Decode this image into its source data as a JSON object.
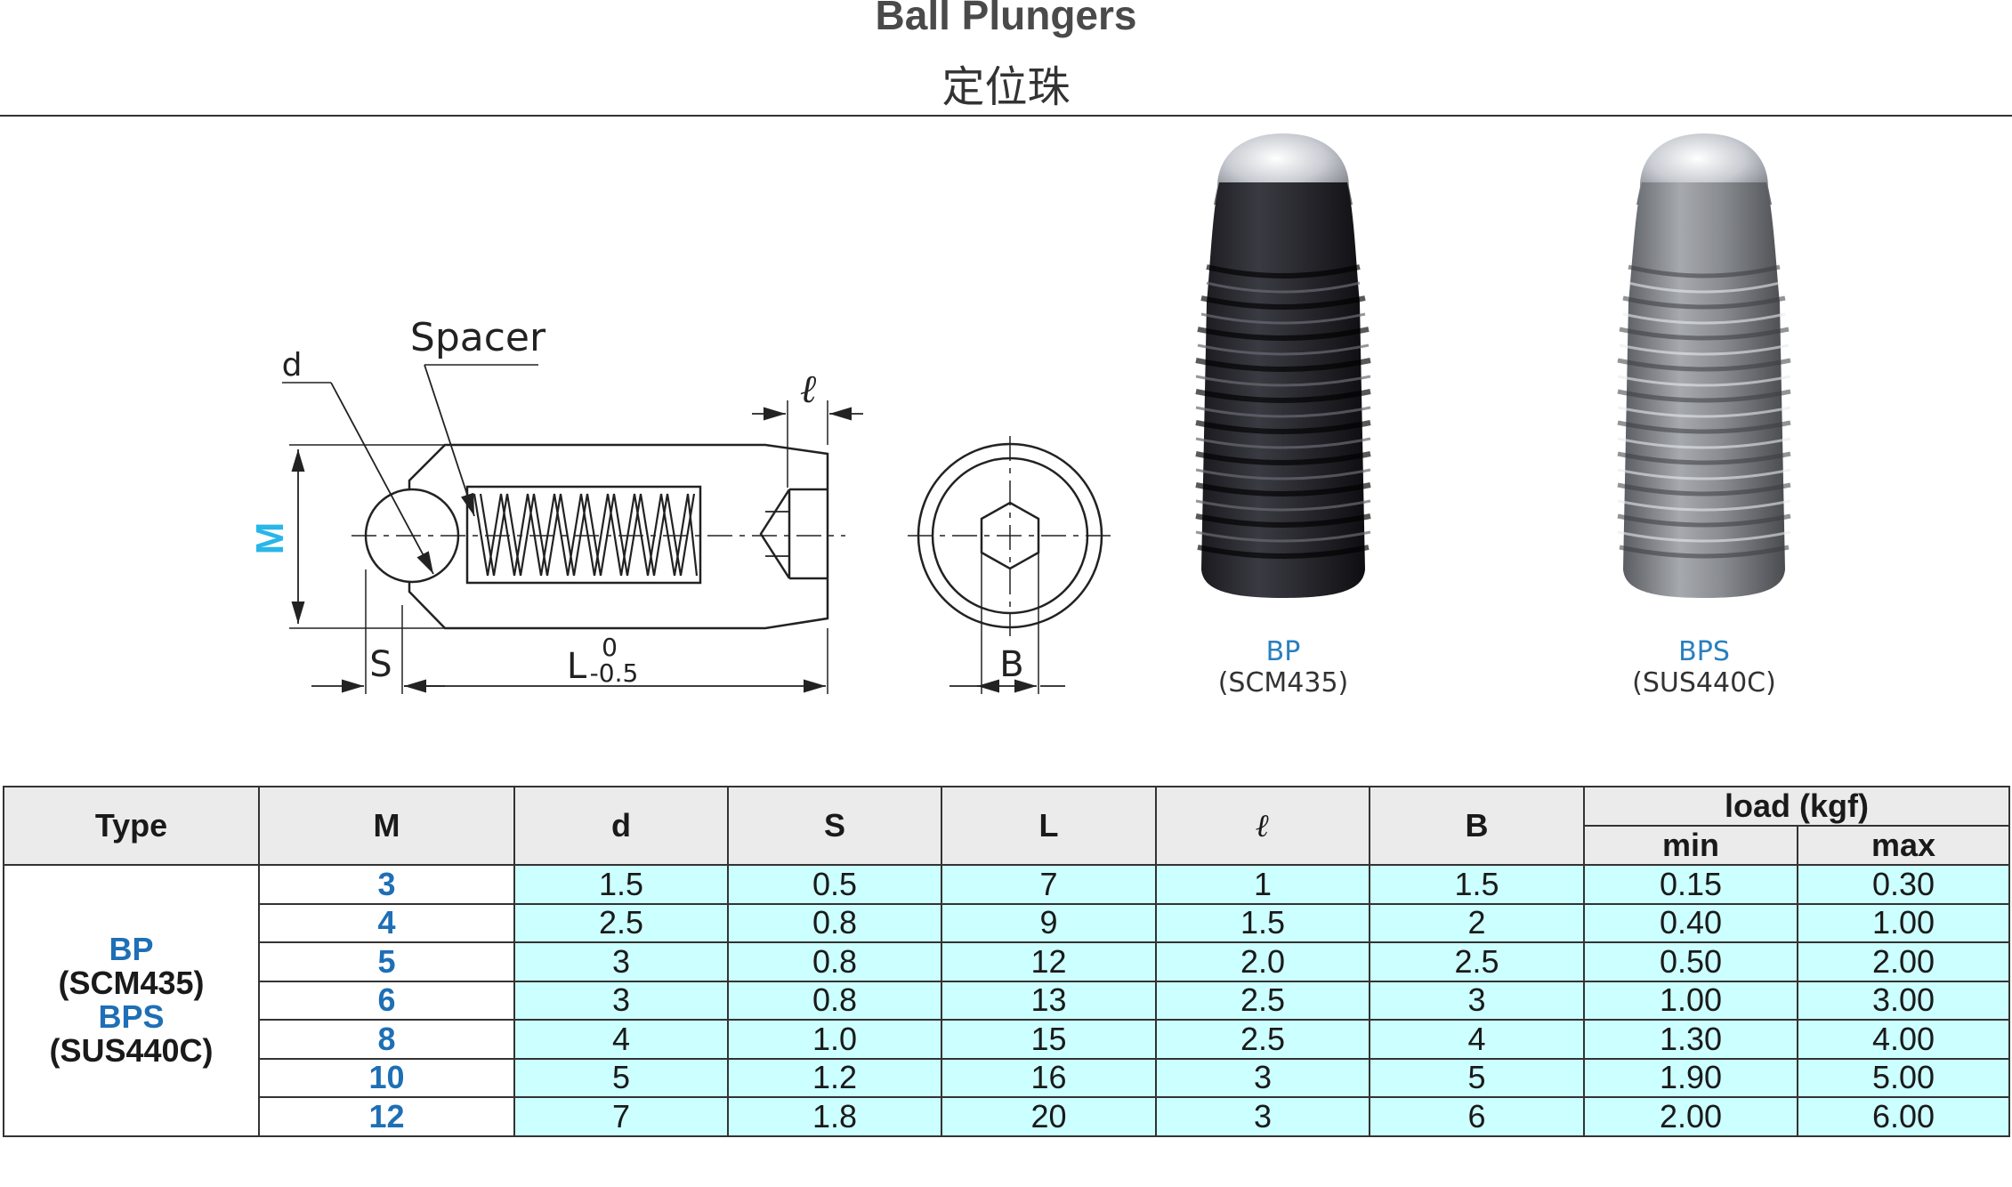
{
  "header": {
    "title": "Ball Plungers",
    "subtitle": "定位珠"
  },
  "drawing": {
    "labels": {
      "spacer": "Spacer",
      "d": "d",
      "M": "M",
      "S": "S",
      "L": "L",
      "L_tol_upper": "0",
      "L_tol_lower": "-0.5",
      "ell": "ℓ",
      "B": "B"
    }
  },
  "photos": [
    {
      "code": "BP",
      "material": "(SCM435)"
    },
    {
      "code": "BPS",
      "material": "(SUS440C)"
    }
  ],
  "table": {
    "headers": {
      "type": "Type",
      "M": "M",
      "d": "d",
      "S": "S",
      "L": "L",
      "ell": "ℓ",
      "B": "B",
      "load": "load (kgf)",
      "min": "min",
      "max": "max"
    },
    "type_cell": [
      "BP",
      "(SCM435)",
      "BPS",
      "(SUS440C)"
    ],
    "rows": [
      {
        "M": "3",
        "d": "1.5",
        "S": "0.5",
        "L": "7",
        "ell": "1",
        "B": "1.5",
        "min": "0.15",
        "max": "0.30"
      },
      {
        "M": "4",
        "d": "2.5",
        "S": "0.8",
        "L": "9",
        "ell": "1.5",
        "B": "2",
        "min": "0.40",
        "max": "1.00"
      },
      {
        "M": "5",
        "d": "3",
        "S": "0.8",
        "L": "12",
        "ell": "2.0",
        "B": "2.5",
        "min": "0.50",
        "max": "2.00"
      },
      {
        "M": "6",
        "d": "3",
        "S": "0.8",
        "L": "13",
        "ell": "2.5",
        "B": "3",
        "min": "1.00",
        "max": "3.00"
      },
      {
        "M": "8",
        "d": "4",
        "S": "1.0",
        "L": "15",
        "ell": "2.5",
        "B": "4",
        "min": "1.30",
        "max": "4.00"
      },
      {
        "M": "10",
        "d": "5",
        "S": "1.2",
        "L": "16",
        "ell": "3",
        "B": "5",
        "min": "1.90",
        "max": "5.00"
      },
      {
        "M": "12",
        "d": "7",
        "S": "1.8",
        "L": "20",
        "ell": "3",
        "B": "6",
        "min": "2.00",
        "max": "6.00"
      }
    ]
  },
  "colors": {
    "accent_blue": "#1e6fb5",
    "dimension_cyan": "#29b6e8",
    "value_cell_bg": "#ccffff",
    "header_bg": "#ebebeb"
  }
}
